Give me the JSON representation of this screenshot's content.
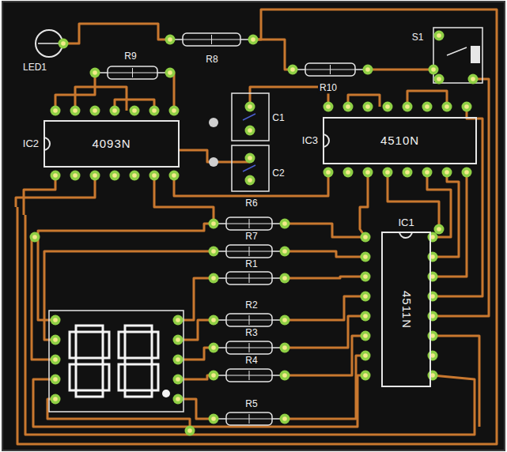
{
  "diagram": {
    "nodes": [
      {
        "text": [
          "IC2",
          "4093N"
        ]
      },
      {
        "text": [
          "IC3",
          "4510N"
        ]
      },
      {
        "text": [
          "IC1",
          "4511N"
        ]
      }
    ],
    "labels": [
      "R9",
      "R8",
      "R10",
      "C1",
      "C2",
      "R6",
      "R7",
      "R1",
      "R2",
      "R3",
      "R4",
      "R5",
      "LED1",
      "S1"
    ]
  }
}
